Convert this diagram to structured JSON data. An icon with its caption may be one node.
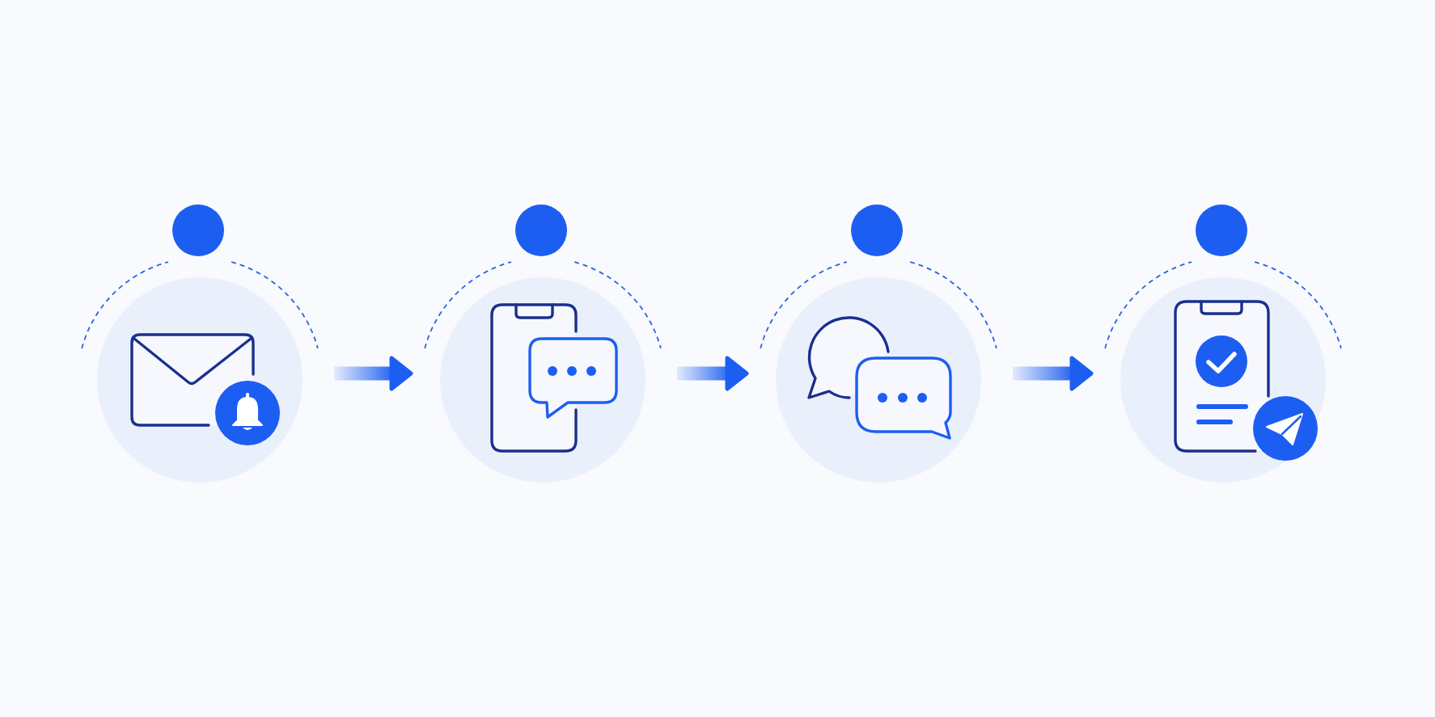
{
  "diagram": {
    "nodes": [
      {
        "text": [],
        "shape": "circle"
      },
      {
        "text": [],
        "shape": "circle"
      },
      {
        "text": [],
        "shape": "circle"
      },
      {
        "text": [],
        "shape": "circle"
      }
    ],
    "edges": [
      {
        "from": 0,
        "to": 1,
        "arrow": "to"
      },
      {
        "from": 1,
        "to": 2,
        "arrow": "to"
      },
      {
        "from": 2,
        "to": 3,
        "arrow": "to"
      }
    ]
  }
}
